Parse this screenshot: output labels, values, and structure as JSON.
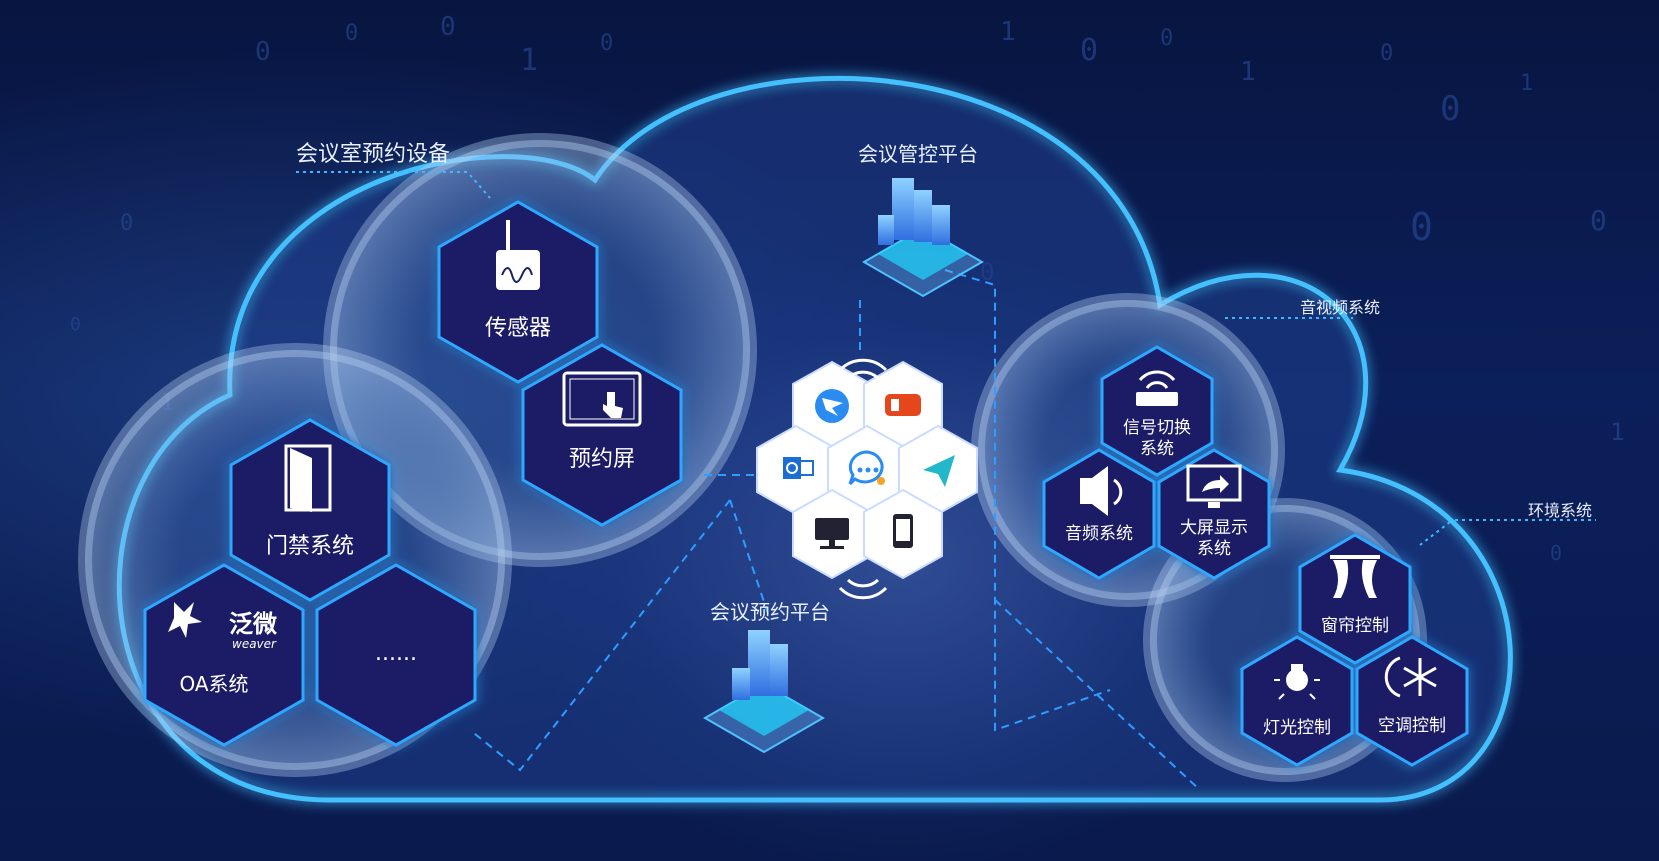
{
  "groups": {
    "booking_devices": {
      "title": "会议室预约设备"
    },
    "control_platform": {
      "title": "会议管控平台"
    },
    "booking_platform": {
      "title": "会议预约平台"
    },
    "av_system": {
      "title": "音视频系统"
    },
    "env_system": {
      "title": "环境系统"
    }
  },
  "devices": {
    "sensor": "传感器",
    "booking_screen": "预约屏",
    "door_access": "门禁系统",
    "oa_system": "OA系统",
    "oa_logo_cn": "泛微",
    "oa_logo_en": "weaver",
    "more": "......"
  },
  "av": {
    "signal_switch_l1": "信号切换",
    "signal_switch_l2": "系统",
    "audio": "音频系统",
    "big_screen_l1": "大屏显示",
    "big_screen_l2": "系统"
  },
  "env": {
    "curtain": "窗帘控制",
    "light": "灯光控制",
    "ac": "空调控制"
  },
  "center_apps": {
    "office_label": "Office 365"
  },
  "colors": {
    "hex_fill": "#1b1f66",
    "glow": "#3fb8ff",
    "app_hex": "#ffffff"
  },
  "icons": [
    "sensor-icon",
    "tablet-touch-icon",
    "door-icon",
    "weaver-logo",
    "router-icon",
    "speaker-icon",
    "screen-share-icon",
    "curtain-icon",
    "bulb-icon",
    "ac-snow-icon",
    "dingtalk-icon",
    "office365-icon",
    "outlook-icon",
    "chat-icon",
    "send-icon",
    "desktop-icon",
    "phone-icon",
    "wifi-icon",
    "server-stack-icon"
  ]
}
